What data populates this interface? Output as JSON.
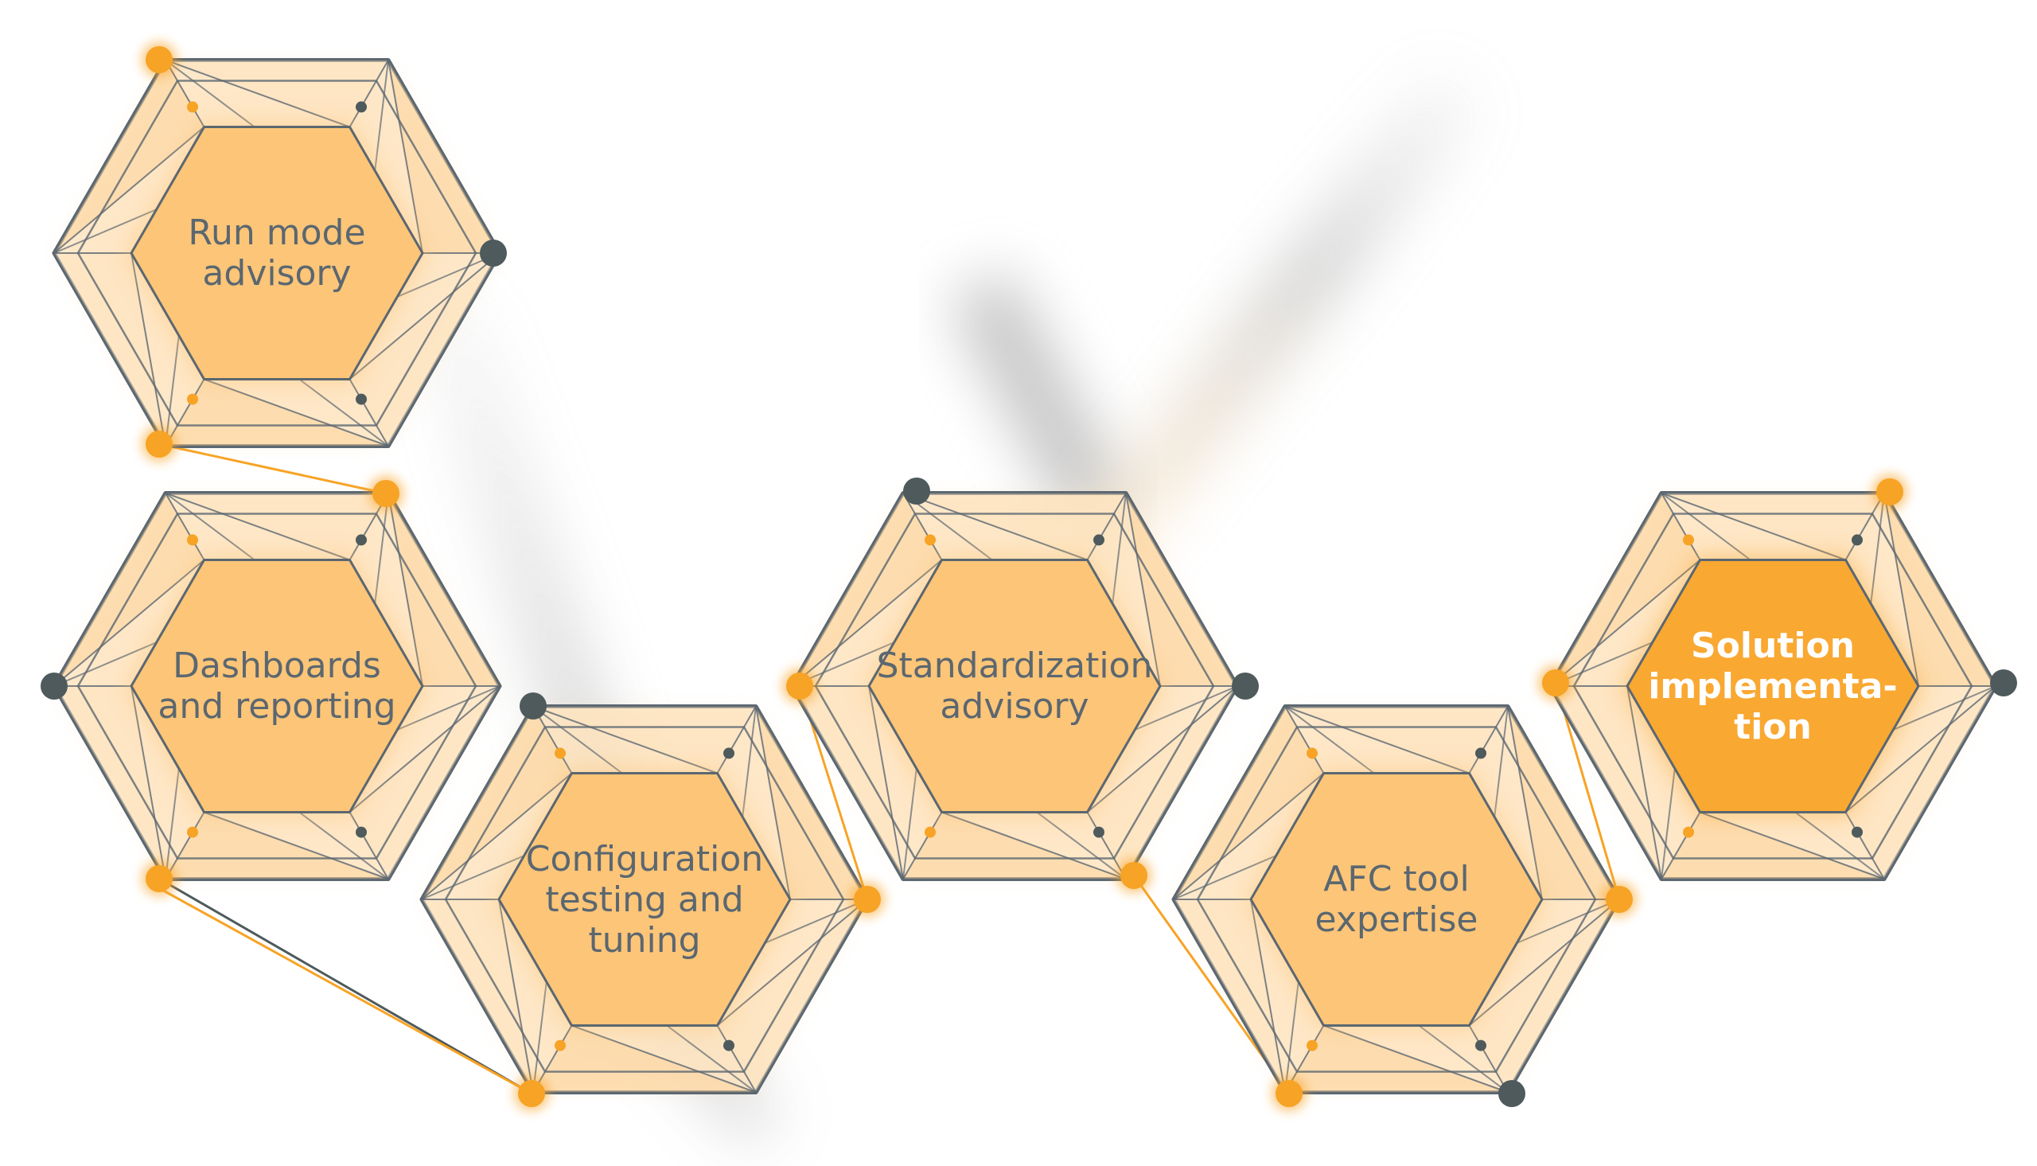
{
  "hexagons": [
    {
      "id": "run-mode-advisory",
      "lines": [
        "Run mode",
        "advisory"
      ],
      "highlight": false
    },
    {
      "id": "dashboards-and-reporting",
      "lines": [
        "Dashboards",
        "and reporting"
      ],
      "highlight": false
    },
    {
      "id": "configuration-testing-and-tuning",
      "lines": [
        "Configuration",
        "testing and",
        "tuning"
      ],
      "highlight": false
    },
    {
      "id": "standardization-advisory",
      "lines": [
        "Standardization",
        "advisory"
      ],
      "highlight": false
    },
    {
      "id": "afc-tool-expertise",
      "lines": [
        "AFC tool",
        "expertise"
      ],
      "highlight": false
    },
    {
      "id": "solution-implementation",
      "lines": [
        "Solution",
        "implementa-",
        "tion"
      ],
      "highlight": true
    }
  ],
  "colors": {
    "frame": "#5b6770",
    "fill_light": "#fde4c0",
    "fill_mid": "#fbd49a",
    "fill_inner": "#fcc578",
    "fill_highlight": "#f9a832",
    "orange_dot": "#f7a325",
    "gray_dot": "#4e5a5c",
    "text": "#5b6770",
    "text_highlight": "#ffffff"
  }
}
